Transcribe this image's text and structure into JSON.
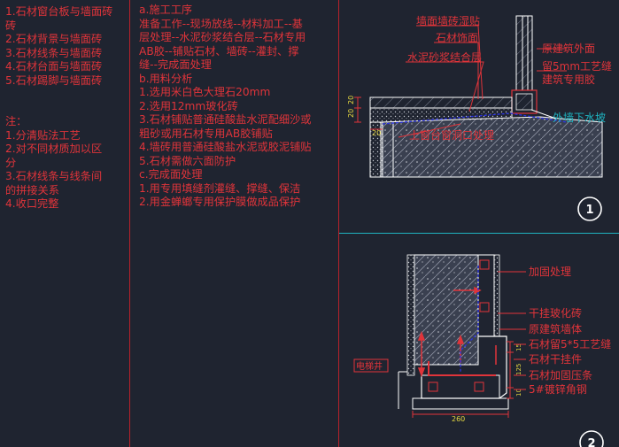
{
  "materials": [
    "1.石材窗台板与墙面砖",
    "2.石材背景与墙面砖",
    "3.石材线条与墙面砖",
    "4.石材台面与墙面砖",
    "5.石材踢脚与墙面砖"
  ],
  "notes_title": "注：",
  "notes": [
    "1.分清贴法工艺",
    "2.对不同材质加以区分",
    "3.石材线条与线条间的拼接关系",
    "4.收口完整"
  ],
  "process": [
    "a.施工工序",
    "准备工作--现场放线--材料加工--基层处理--水泥砂浆结合层--石材专用AB胶--铺贴石材、墙砖--灌封、撑缝--完成面处理",
    "b.用料分析",
    "1.选用米白色大理石20mm",
    "2.选用12mm玻化砖",
    "3.石材铺贴普通硅酸盐水泥配细沙或粗砂或用石材专用AB胶铺贴",
    "4.墙砖用普通硅酸盐水泥或胶泥铺贴",
    "5.石材需做六面防护",
    "c.完成面处理",
    "1.用专用填缝剂灌缝、撑缝、保洁",
    "2.用金蝉螂专用保护膜做成品保护"
  ],
  "detail1": {
    "labels": {
      "wall_tile": "墙面墙砖湿贴",
      "stone_finish": "石材饰面",
      "mortar": "水泥砂浆结合层",
      "exterior_wall": "原建筑外面",
      "joint_line1": "留5mm工艺缝",
      "joint_line2": "建筑专用胶",
      "drip": "外墙下水坡",
      "window_sill": "上窗台窗洞口处理"
    },
    "dims": [
      "20",
      "20",
      "20"
    ],
    "number": "1"
  },
  "detail2": {
    "labels": {
      "reinforce": "加固处理",
      "dry_tile": "干挂玻化砖",
      "original_wall": "原建筑墙体",
      "stone_joint": "石材留5*5工艺缝",
      "stone_hanger": "石材干挂件",
      "stone_strip": "石材加固压条",
      "angle_steel": "5#镀锌角钢",
      "elevator": "电梯井"
    },
    "dims": [
      "15",
      "125",
      "10",
      "260"
    ],
    "number": "2"
  },
  "colors": {
    "background": "#1f2430",
    "text_red": "#e0343a",
    "cyan": "#1fb3c0",
    "white": "#ffffff",
    "yellow": "#e6d840",
    "blue": "#2b33e6"
  }
}
